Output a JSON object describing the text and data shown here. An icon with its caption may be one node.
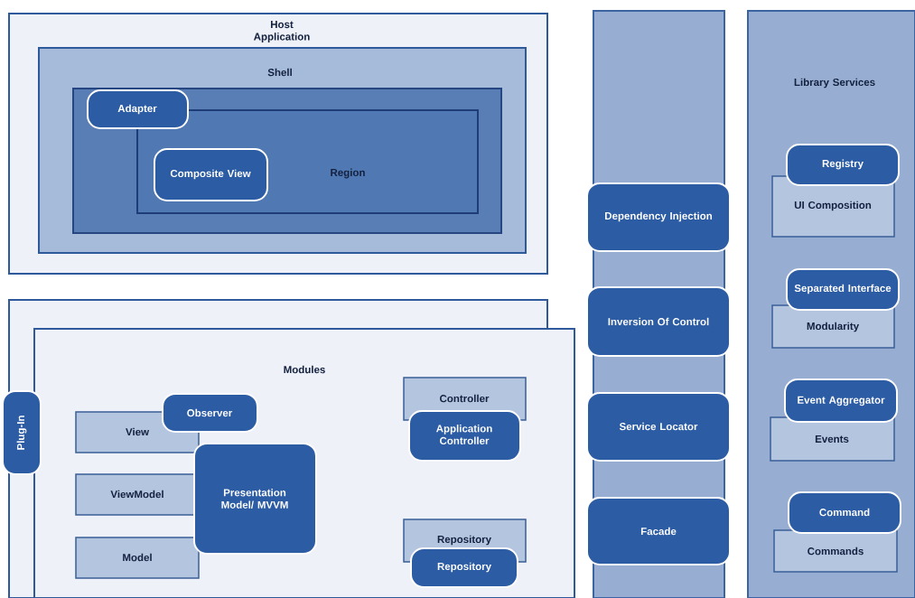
{
  "diagram": {
    "nodes": [
      {
        "text": [
          "Host Application"
        ]
      },
      {
        "text": [
          "Shell"
        ],
        "in": 0
      },
      {
        "text": [],
        "shape": "box",
        "in": 1
      },
      {
        "text": [
          "Adapter"
        ],
        "in": 2
      },
      {
        "text": [
          "Region"
        ],
        "in": 2
      },
      {
        "text": [
          "Composite View"
        ],
        "in": 4
      },
      {
        "text": [],
        "shape": "box"
      },
      {
        "text": [
          "Modules"
        ]
      },
      {
        "text": [
          "Plug-In"
        ]
      },
      {
        "text": [
          "View"
        ],
        "in": 7
      },
      {
        "text": [
          "Observer"
        ],
        "in": 7
      },
      {
        "text": [
          "ViewModel"
        ],
        "in": 7
      },
      {
        "text": [
          "Model"
        ],
        "in": 7
      },
      {
        "text": [
          "Presentation Model/ MVVM"
        ],
        "in": 7
      },
      {
        "text": [
          "Controller"
        ],
        "in": 7
      },
      {
        "text": [
          "Application Controller"
        ],
        "in": 7
      },
      {
        "text": [
          "Repository"
        ],
        "in": 7
      },
      {
        "text": [
          "Repository"
        ],
        "in": 7
      },
      {
        "text": [],
        "shape": "box"
      },
      {
        "text": [
          "Dependency Injection"
        ]
      },
      {
        "text": [
          "Inversion Of Control"
        ]
      },
      {
        "text": [
          "Service Locator"
        ]
      },
      {
        "text": [
          "Facade"
        ]
      },
      {
        "text": [
          "Library Services"
        ]
      },
      {
        "text": [
          "Registry"
        ],
        "in": 23
      },
      {
        "text": [
          "UI Composition"
        ],
        "in": 23
      },
      {
        "text": [
          "Separated Interface"
        ],
        "in": 23
      },
      {
        "text": [
          "Modularity"
        ],
        "in": 23
      },
      {
        "text": [
          "Event Aggregator"
        ],
        "in": 23
      },
      {
        "text": [
          "Events"
        ],
        "in": 23
      },
      {
        "text": [
          "Command"
        ],
        "in": 23
      },
      {
        "text": [
          "Commands"
        ],
        "in": 23
      }
    ]
  }
}
